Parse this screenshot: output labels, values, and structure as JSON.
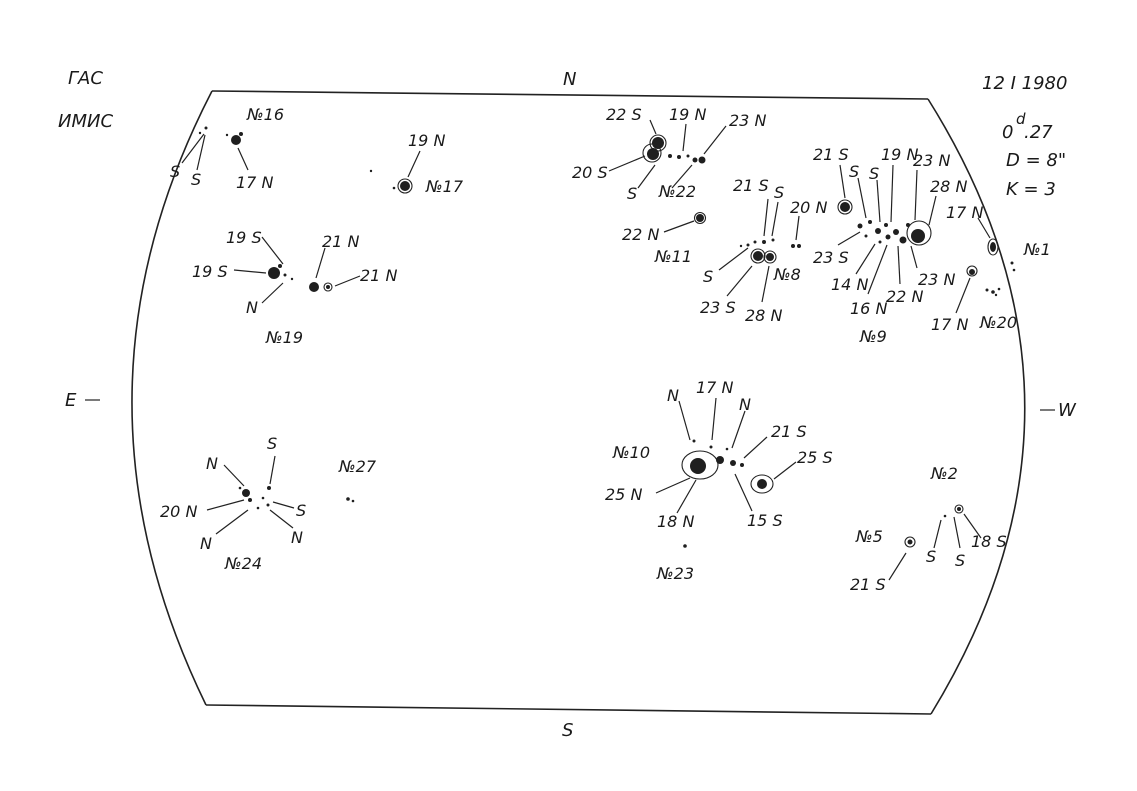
{
  "header": {
    "observatory": "ГАС",
    "institute": "ИМИС",
    "date": "12 I 1980",
    "time_value": "0",
    "time_unit": "d",
    "time_frac": ".27",
    "diameter": "D = 8\"",
    "quality": "K = 3"
  },
  "compass": {
    "north": "N",
    "south": "S",
    "east": "E",
    "west": "W"
  },
  "groups": {
    "g16": {
      "number": "№16",
      "l_s1": "S",
      "l_s2": "S",
      "l_n": "17 N"
    },
    "g17": {
      "number": "№17",
      "l_n": "19 N"
    },
    "g19": {
      "number": "№19",
      "l_19s_top": "19 S",
      "l_19s_left": "19 S",
      "l_n": "N",
      "l_21n_top": "21 N",
      "l_21n_right": "21 N"
    },
    "g24": {
      "number": "№24",
      "l_n_top": "N",
      "l_s_top": "S",
      "l_20n": "20 N",
      "l_s_right": "S",
      "l_n_bottom": "N",
      "l_n_right": "N"
    },
    "g27": {
      "number": "№27"
    },
    "g22": {
      "number": "№22",
      "l_22s": "22 S",
      "l_19n": "19 N",
      "l_23n": "23 N",
      "l_20s": "20 S",
      "l_s": "S"
    },
    "g11": {
      "number": "№11",
      "l_22n": "22 N"
    },
    "g8": {
      "number": "№8",
      "l_21s": "21 S",
      "l_s_top": "S",
      "l_20n": "20 N",
      "l_s_left": "S",
      "l_23s": "23 S",
      "l_28n": "28 N"
    },
    "g9": {
      "number": "№9",
      "l_21s": "21 S",
      "l_s1": "S",
      "l_s2": "S",
      "l_19n": "19 N",
      "l_23n_top": "23 N",
      "l_28n": "28 N",
      "l_23s": "23 S",
      "l_14n": "14 N",
      "l_16n": "16 N",
      "l_22n": "22 N",
      "l_23n_bottom": "23 N"
    },
    "g1": {
      "number": "№1",
      "l_17n": "17 N"
    },
    "g20": {
      "number": "№20",
      "l_17n": "17 N"
    },
    "g10": {
      "number": "№10",
      "l_n1": "N",
      "l_17n": "17 N",
      "l_n2": "N",
      "l_21s": "21 S",
      "l_25s": "25 S",
      "l_25n": "25 N",
      "l_18n": "18 N",
      "l_15s": "15 S"
    },
    "g23": {
      "number": "№23"
    },
    "g2": {
      "number": "№2",
      "l_s1": "S",
      "l_s2": "S",
      "l_18s": "18 S"
    },
    "g5": {
      "number": "№5",
      "l_21s": "21 S"
    }
  }
}
